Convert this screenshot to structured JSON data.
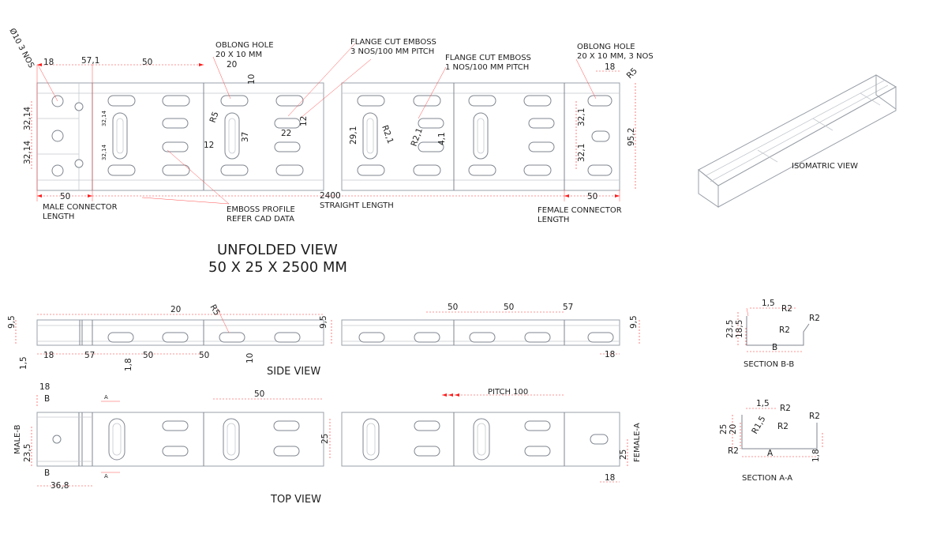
{
  "titles": {
    "main": "UNFOLDED VIEW",
    "size": "50 X 25 X 2500 MM",
    "isometric": "ISOMATRIC VIEW",
    "side": "SIDE VIEW",
    "top": "TOP VIEW",
    "section_bb": "SECTION B-B",
    "section_aa": "SECTION A-A"
  },
  "notes": {
    "oblong_left_1": "OBLONG HOLE",
    "oblong_left_2": "20 X 10 MM",
    "flange_3_1": "FLANGE CUT EMBOSS",
    "flange_3_2": "3 NOS/100 MM PITCH",
    "flange_1_1": "FLANGE CUT EMBOSS",
    "flange_1_2": "1 NOS/100 MM PITCH",
    "oblong_right_1": "OBLONG HOLE",
    "oblong_right_2": "20 X 10 MM, 3 NOS",
    "hole_dia": "Ø10 3 NOS",
    "male_conn_1": "MALE CONNECTOR",
    "male_conn_2": "LENGTH",
    "emboss_1": "EMBOSS PROFILE",
    "emboss_2": "REFER CAD DATA",
    "straight": "STRAIGHT LENGTH",
    "female_conn_1": "FEMALE CONNECTOR",
    "female_conn_2": "LENGTH",
    "male_b": "MALE-B",
    "female_a": "FEMALE-A",
    "pitch": "PITCH 100"
  },
  "dims": {
    "u18": "18",
    "u57_1": "57,1",
    "u50": "50",
    "u20": "20",
    "u10": "10",
    "u32_14a": "32,14",
    "u32_14b": "32,14",
    "u32_14c": "32,14",
    "u32_14d": "32,14",
    "uR5": "R5",
    "u12a": "12",
    "u37": "37",
    "u22": "22",
    "u12b": "12",
    "u29_1": "29,1",
    "uR2_1a": "R2,1",
    "uR2_1b": "R2,1",
    "u4_1": "4,1",
    "u18r": "18",
    "uR5r": "R5",
    "u32_1a": "32,1",
    "u32_1b": "32,1",
    "u95_2": "95,2",
    "u50l": "50",
    "u2400": "2400",
    "u50r": "50",
    "s20": "20",
    "sR5": "R5",
    "s9_5a": "9,5",
    "s9_5b": "9,5",
    "s9_5c": "9,5",
    "s50a": "50",
    "s50b": "50",
    "s57": "57",
    "s1_5": "1,5",
    "s18": "18",
    "s57b": "57",
    "s1_8": "1,8",
    "s50c": "50",
    "s50d": "50",
    "s10": "10",
    "s18r": "18",
    "t18": "18",
    "tB1": "B",
    "t50": "50",
    "t25a": "25",
    "t23_5": "23,5",
    "tB2": "B",
    "t36_8": "36,8",
    "t25b": "25",
    "t18r": "18",
    "tA1": "A",
    "tA2": "A",
    "bb1_5": "1,5",
    "bbR2a": "R2",
    "bbR2b": "R2",
    "bbR2c": "R2",
    "bb23_5": "23,5",
    "bb18_5": "18,5",
    "bbB": "B",
    "aa1_5": "1,5",
    "aaR2a": "R2",
    "aaR2b": "R2",
    "aaR2c": "R2",
    "aaR1_5": "R1,5",
    "aa25": "25",
    "aa20": "20",
    "aaR2d": "R2",
    "aaA": "A",
    "aa1_8": "1,8"
  },
  "colors": {
    "dimension": "#ff1a1a",
    "part": "#8a9099"
  }
}
